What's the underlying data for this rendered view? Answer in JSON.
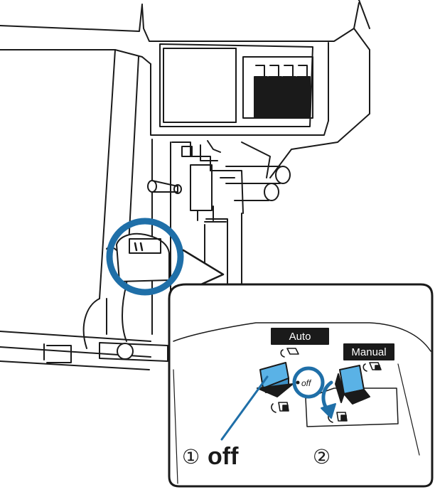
{
  "diagram": {
    "switch_labels": {
      "auto": "Auto",
      "manual": "Manual",
      "off": "off"
    },
    "callouts": {
      "step1_number": "①",
      "step1_text": "off",
      "step2_number": "②"
    },
    "colors": {
      "highlight": "#1f6fa8",
      "switch_blue": "#5ab2e6",
      "line": "#1a1a1a",
      "paper": "#ffffff"
    },
    "icons": [
      "roll-winding-icon",
      "roll-lock-icon"
    ]
  }
}
